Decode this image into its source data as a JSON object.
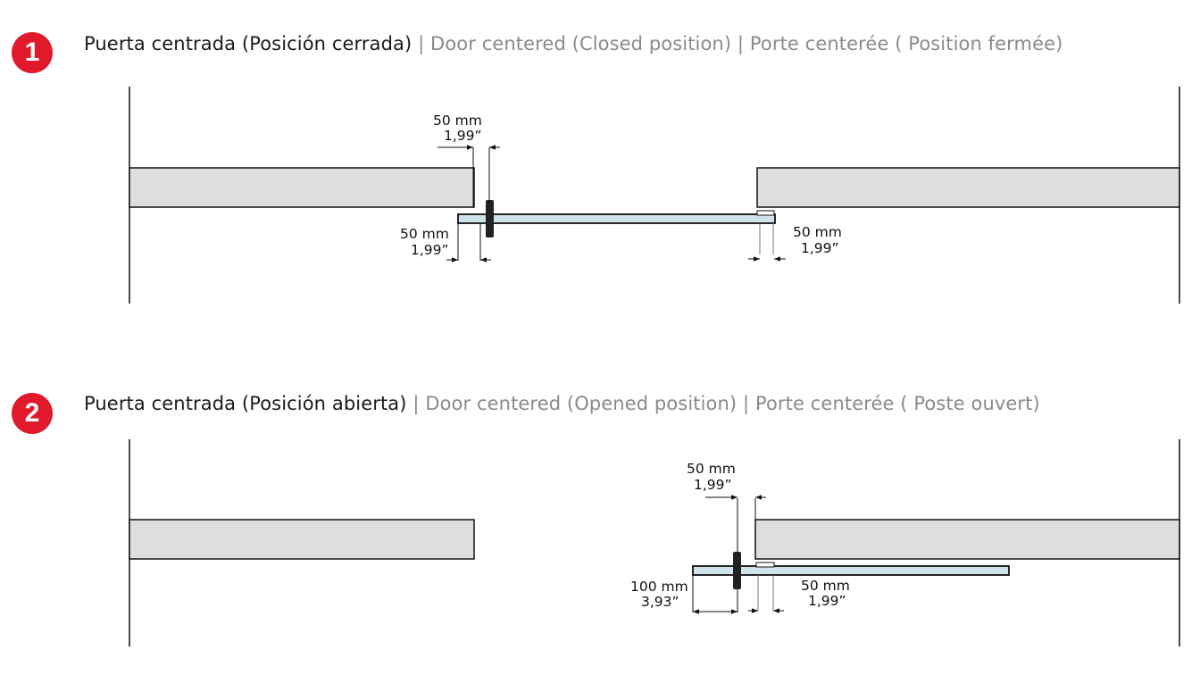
{
  "sections": [
    {
      "number": "1",
      "title_es": "Puerta centrada (Posición cerrada)",
      "title_en": "Door centered (Closed position)",
      "title_fr": "Porte centerée ( Position fermée)",
      "separator": "|",
      "dimensions": {
        "top": {
          "mm": "50 mm",
          "inch": "1,99”"
        },
        "left": {
          "mm": "50 mm",
          "inch": "1,99”"
        },
        "right": {
          "mm": "50 mm",
          "inch": "1,99”"
        }
      }
    },
    {
      "number": "2",
      "title_es": "Puerta centrada (Posición abierta)",
      "title_en": "Door centered (Opened position)",
      "title_fr": "Porte centerée ( Poste ouvert)",
      "separator": "|",
      "dimensions": {
        "top": {
          "mm": "50 mm",
          "inch": "1,99”"
        },
        "left": {
          "mm": "100 mm",
          "inch": "3,93”"
        },
        "right": {
          "mm": "50 mm",
          "inch": "1,99”"
        }
      }
    }
  ],
  "colors": {
    "accent": "#e0192b",
    "wall_fill": "#dedede",
    "glass_fill": "#cfe3ea",
    "line": "#111111",
    "muted_text": "#8a8a8a"
  }
}
